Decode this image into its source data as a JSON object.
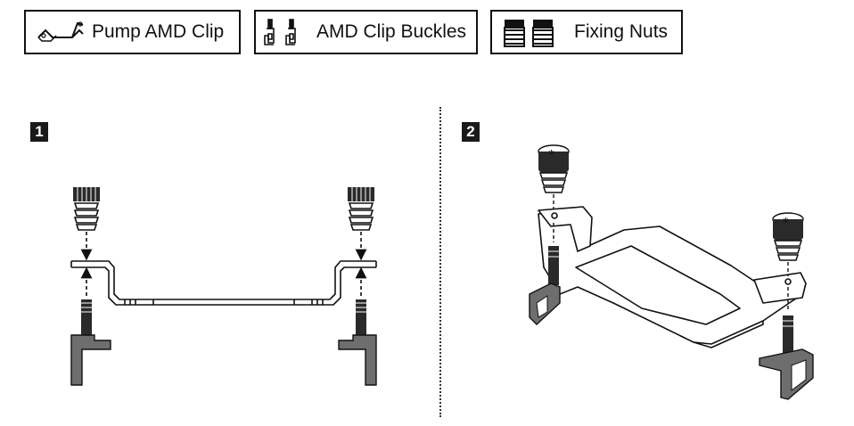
{
  "parts": [
    {
      "label": "Pump AMD Clip",
      "icon": "pump-amd-clip-icon"
    },
    {
      "label": "AMD Clip Buckles",
      "icon": "amd-clip-buckles-icon"
    },
    {
      "label": "Fixing Nuts",
      "icon": "fixing-nuts-icon"
    }
  ],
  "steps": [
    {
      "number": "1"
    },
    {
      "number": "2"
    }
  ],
  "colors": {
    "line": "#1a1a1a",
    "buckle_fill": "#6e6e6e",
    "nut_fill": "#2a2a2a"
  }
}
